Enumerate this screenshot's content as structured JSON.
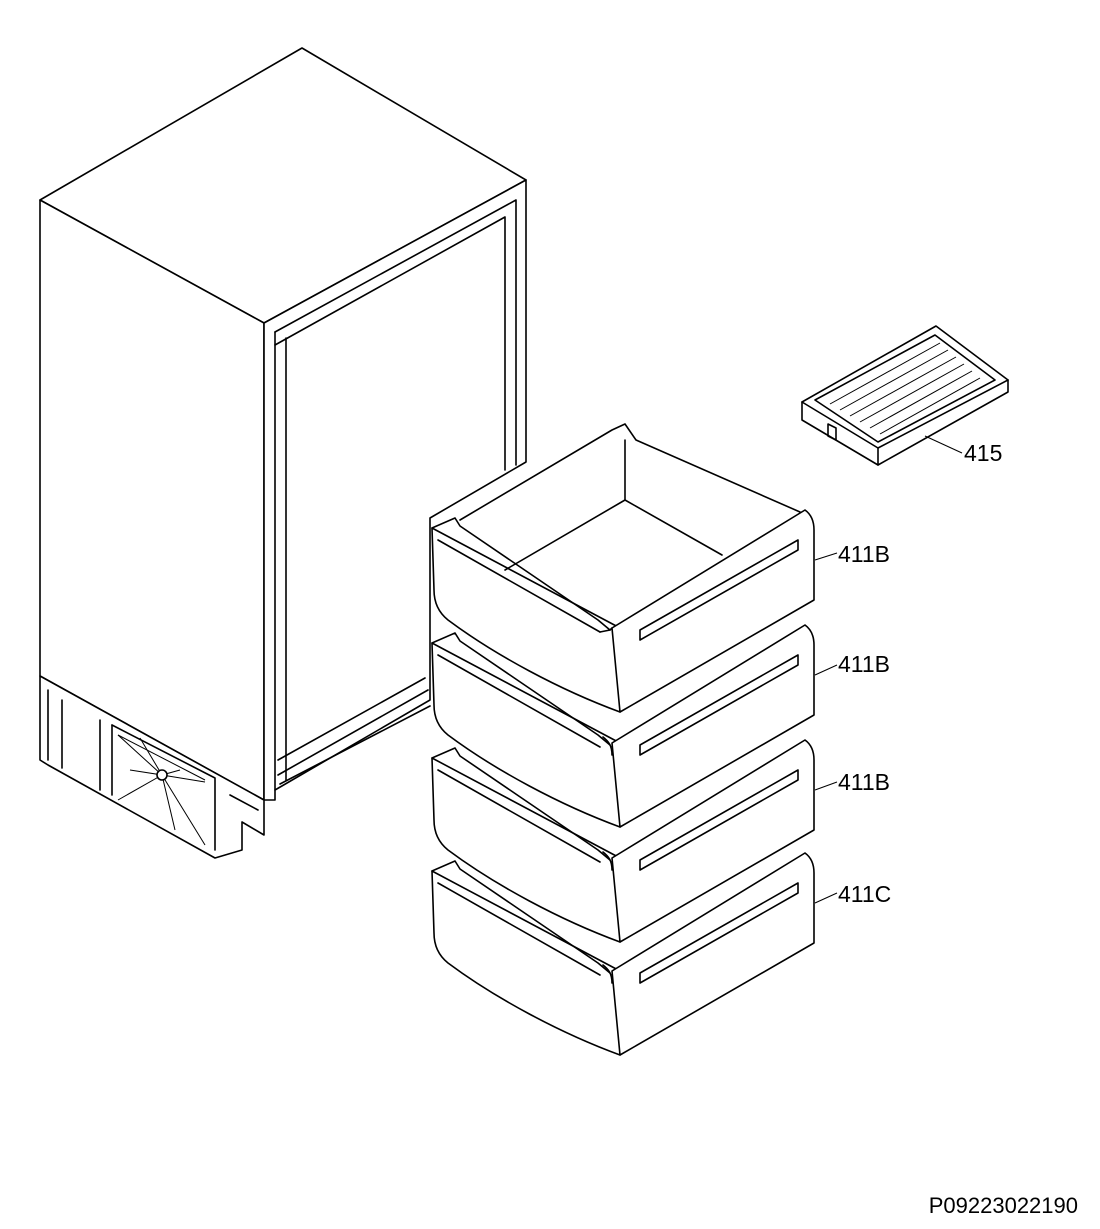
{
  "parts": {
    "tray": "415",
    "drawer_1": "411B",
    "drawer_2": "411B",
    "drawer_3": "411B",
    "drawer_4": "411C"
  },
  "reference_code": "P09223022190"
}
